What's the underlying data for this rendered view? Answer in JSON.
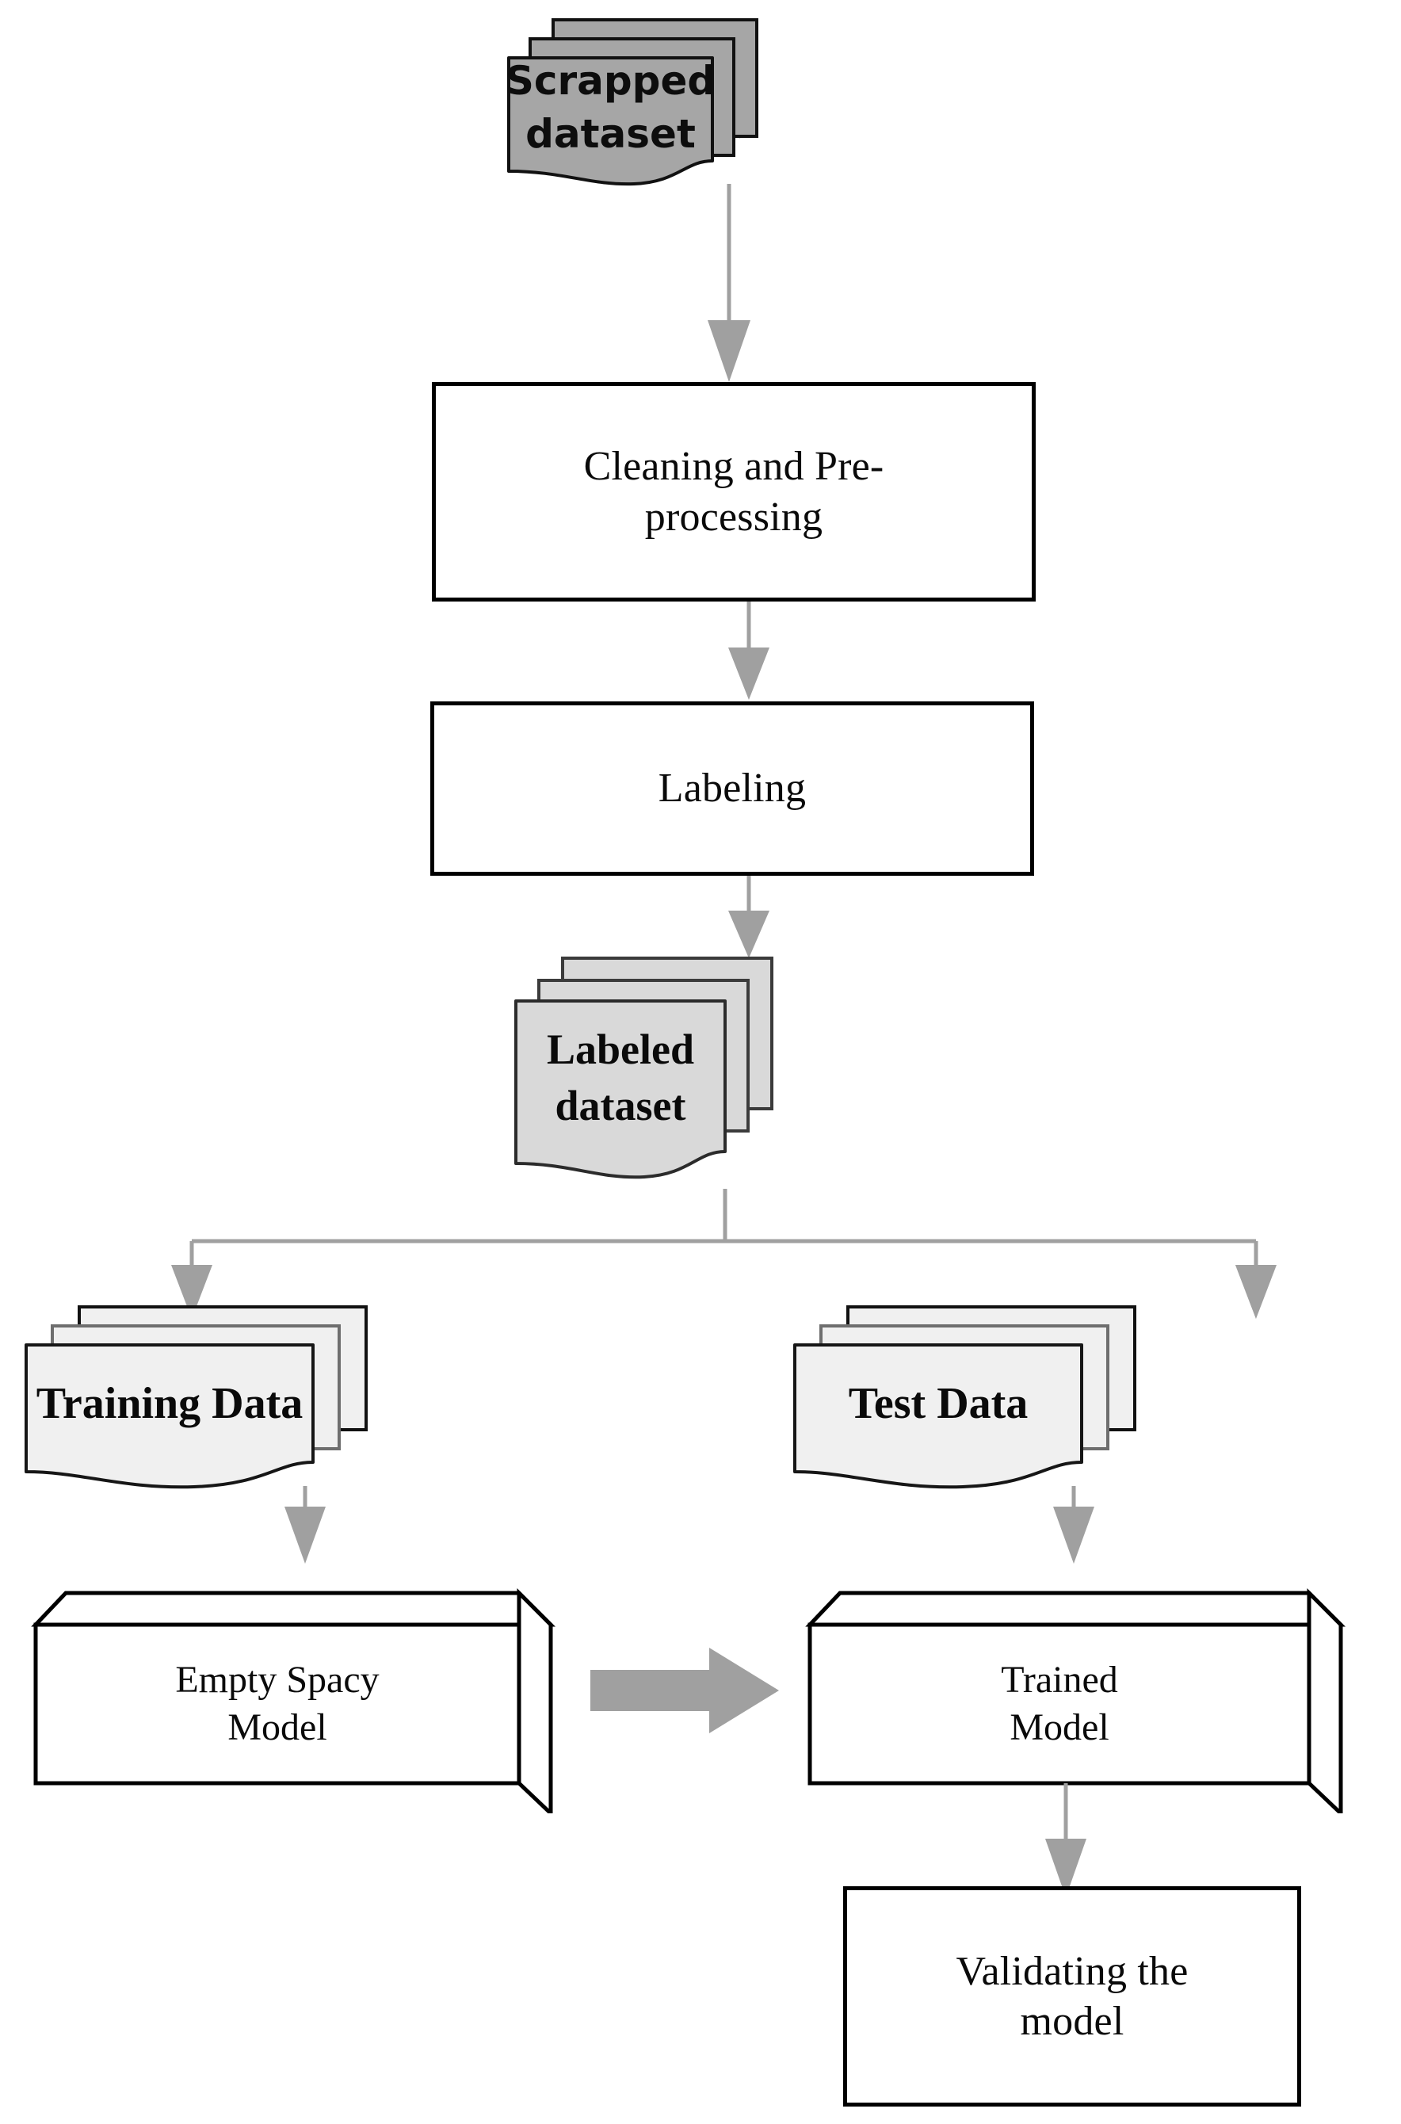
{
  "diagram": {
    "title": "Machine learning pipeline flowchart",
    "colors": {
      "scrapped_fill": "#a6a6a6",
      "labeled_fill": "#d9d9d9",
      "split_fill": "#f0f0f0",
      "box_fill": "#ffffff",
      "stroke": "#000000",
      "arrow_gray": "#a0a0a0",
      "block_arrow": "#a0a0a0",
      "background": "#ffffff"
    },
    "nodes": {
      "scrapped_dataset": {
        "label_line1": "Scrapped",
        "label_line2": "dataset",
        "shape": "multi-document",
        "fill": "#a6a6a6"
      },
      "cleaning": {
        "label_line1": "Cleaning and Pre-",
        "label_line2": "processing",
        "shape": "process-box",
        "fill": "#ffffff"
      },
      "labeling": {
        "label_line1": "Labeling",
        "shape": "process-box",
        "fill": "#ffffff"
      },
      "labeled_dataset": {
        "label_line1": "Labeled",
        "label_line2": "dataset",
        "shape": "multi-document",
        "fill": "#d9d9d9"
      },
      "training_data": {
        "label_line1": "Training Data",
        "shape": "multi-document",
        "fill": "#f0f0f0"
      },
      "test_data": {
        "label_line1": "Test Data",
        "shape": "multi-document",
        "fill": "#f0f0f0"
      },
      "empty_spacy_model": {
        "label_line1": "Empty Spacy",
        "label_line2": "Model",
        "shape": "cube",
        "fill": "#ffffff"
      },
      "trained_model": {
        "label_line1": "Trained",
        "label_line2": "Model",
        "shape": "cube",
        "fill": "#ffffff"
      },
      "validating": {
        "label_line1": "Validating the",
        "label_line2": "model",
        "shape": "process-box",
        "fill": "#ffffff"
      }
    },
    "edges": [
      {
        "name": "scrapped-to-cleaning",
        "from": "scrapped_dataset",
        "to": "cleaning",
        "style": "arrow-down"
      },
      {
        "name": "cleaning-to-labeling",
        "from": "cleaning",
        "to": "labeling",
        "style": "arrow-down"
      },
      {
        "name": "labeling-to-labeled",
        "from": "labeling",
        "to": "labeled_dataset",
        "style": "arrow-down"
      },
      {
        "name": "labeled-to-training",
        "from": "labeled_dataset",
        "to": "training_data",
        "style": "split-arrow-left"
      },
      {
        "name": "labeled-to-test",
        "from": "labeled_dataset",
        "to": "test_data",
        "style": "split-arrow-right"
      },
      {
        "name": "training-to-empty-model",
        "from": "training_data",
        "to": "empty_spacy_model",
        "style": "arrow-down"
      },
      {
        "name": "test-to-trained-model",
        "from": "test_data",
        "to": "trained_model",
        "style": "arrow-down"
      },
      {
        "name": "empty-model-to-trained-model",
        "from": "empty_spacy_model",
        "to": "trained_model",
        "style": "block-arrow-right"
      },
      {
        "name": "trained-model-to-validating",
        "from": "trained_model",
        "to": "validating",
        "style": "arrow-down"
      }
    ]
  }
}
